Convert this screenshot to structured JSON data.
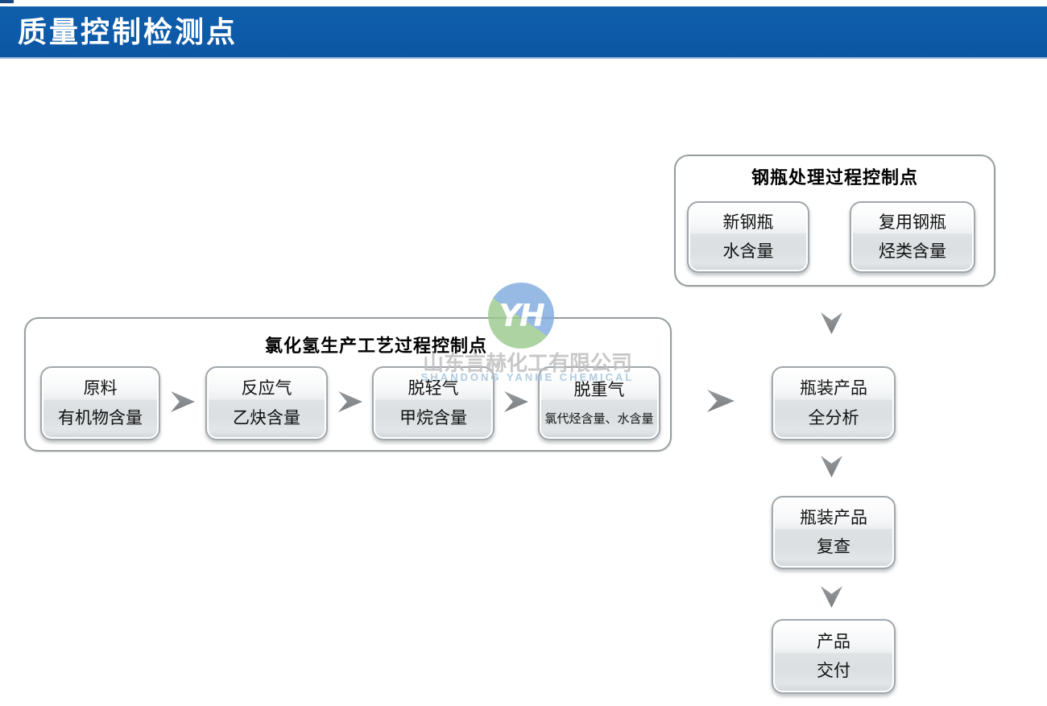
{
  "header": {
    "title": "质量控制检测点",
    "bar_color": "#0d5aa8"
  },
  "watermark": {
    "monogram": "YH",
    "company_cn": "山东言赫化工有限公司",
    "company_en": "SHANDONG YANHE CHEMICAL",
    "logo_blue": "#7fabdf",
    "logo_green": "#9cca90"
  },
  "cylinder_panel": {
    "title": "钢瓶处理过程控制点",
    "boxes": [
      {
        "line1": "新钢瓶",
        "line2": "水含量"
      },
      {
        "line1": "复用钢瓶",
        "line2": "烃类含量"
      }
    ]
  },
  "process_panel": {
    "title": "氯化氢生产工艺过程控制点",
    "boxes": [
      {
        "line1": "原料",
        "line2": "有机物含量"
      },
      {
        "line1": "反应气",
        "line2": "乙炔含量"
      },
      {
        "line1": "脱轻气",
        "line2": "甲烷含量"
      },
      {
        "line1": "脱重气",
        "line2": "氯代烃含量、水含量"
      }
    ]
  },
  "output_flow": {
    "boxes": [
      {
        "line1": "瓶装产品",
        "line2": "全分析"
      },
      {
        "line1": "瓶装产品",
        "line2": "复查"
      },
      {
        "line1": "产品",
        "line2": "交付"
      }
    ]
  }
}
